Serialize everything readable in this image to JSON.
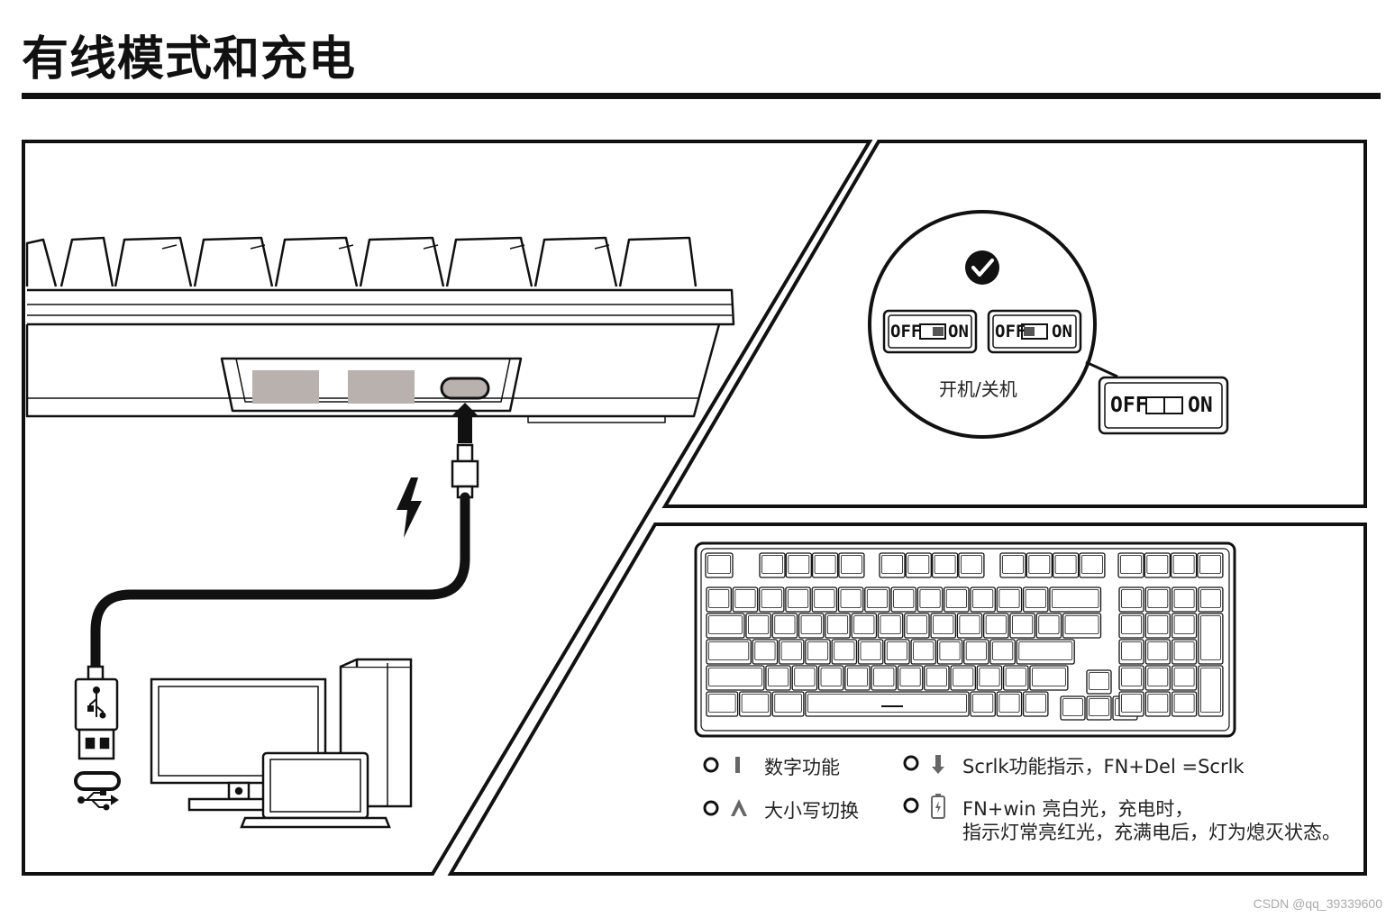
{
  "title": "有线模式和充电",
  "switch_panel": {
    "off_label": "OFF",
    "on_label": "ON",
    "caption": "开机/关机"
  },
  "legend": [
    {
      "icon": "num-lock-icon",
      "text": "数字功能"
    },
    {
      "icon": "caps-lock-icon",
      "text": "大小写切换"
    },
    {
      "icon": "scroll-lock-icon",
      "text": "Scrlk功能指示，FN+Del =Scrlk"
    },
    {
      "icon": "battery-icon",
      "text_line1": "FN+win 亮白光，充电时，",
      "text_line2": "指示灯常亮红光，充满电后，灯为熄灭状态。"
    }
  ],
  "watermark": "CSDN @qq_39339600"
}
